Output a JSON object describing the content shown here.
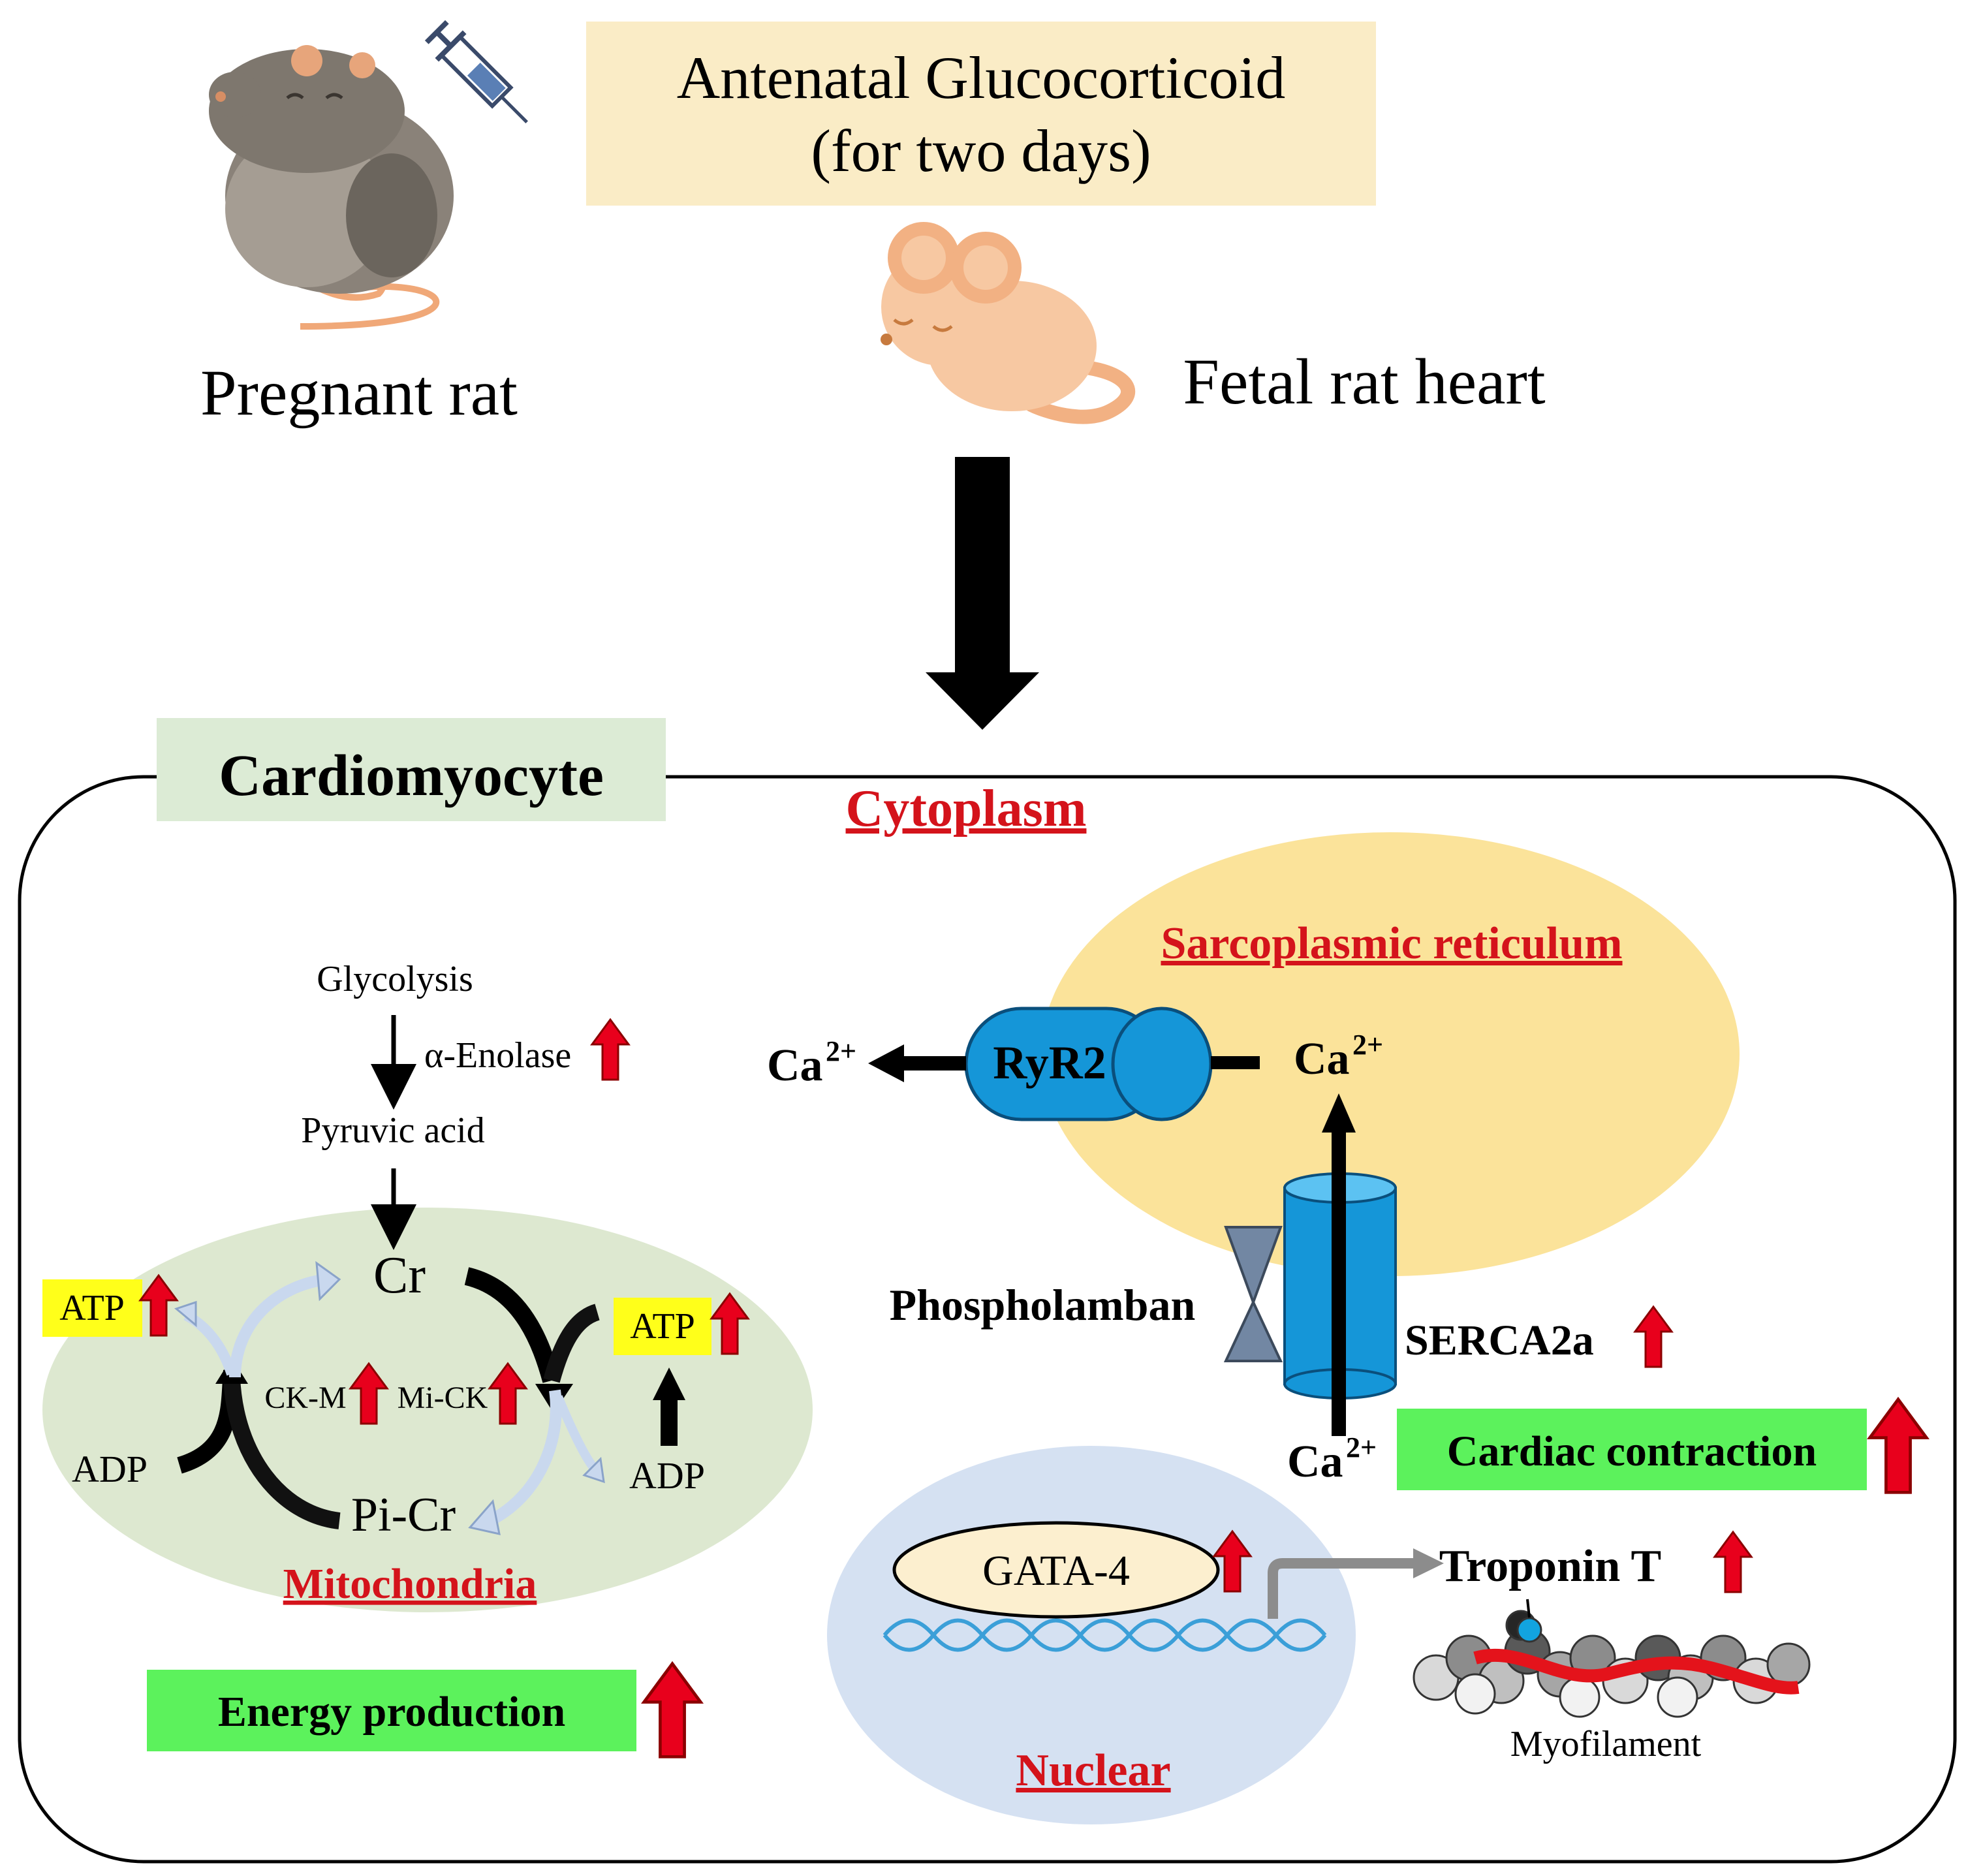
{
  "top": {
    "title_line1": "Antenatal Glucocorticoid",
    "title_line2": "(for two days)",
    "pregnant_label": "Pregnant rat",
    "fetal_label": "Fetal rat heart"
  },
  "cell": {
    "title": "Cardiomyocyte",
    "cytoplasm": "Cytoplasm"
  },
  "energy": {
    "glycolysis": "Glycolysis",
    "enolase": "α-Enolase",
    "pyruvic": "Pyruvic acid",
    "cr": "Cr",
    "pi_cr": "Pi-Cr",
    "ck_m": "CK-M",
    "mi_ck": "Mi-CK",
    "atp_left": "ATP",
    "atp_right": "ATP",
    "adp_left": "ADP",
    "adp_right": "ADP",
    "mitochondria": "Mitochondria",
    "outcome": "Energy production"
  },
  "calcium": {
    "sr": "Sarcoplasmic reticulum",
    "ryr2": "RyR2",
    "ca_left": "Ca",
    "ca_top": "Ca",
    "ca_bottom": "Ca",
    "charge": "2+",
    "phospholamban": "Phospholamban",
    "serca": "SERCA2a",
    "outcome": "Cardiac contraction"
  },
  "nucleus": {
    "gata4": "GATA-4",
    "label": "Nuclear",
    "troponin": "Troponin T",
    "myofilament": "Myofilament"
  },
  "colors": {
    "title_bg": "#faecc6",
    "cell_title_bg": "#dcebd5",
    "outcome_bg": "#5cf25c",
    "atp_bg": "#ffff1a",
    "up_arrow": "#e8001c",
    "sr_fill": "#fbe39a",
    "mito_fill": "#dde8d0",
    "nucleus_fill": "#d5e1f2",
    "ryr2_fill": "#1596d8",
    "label_red": "#d4131b"
  },
  "icons": [
    "pregnant-rat-icon",
    "syringe-icon",
    "fetal-rat-icon",
    "up-arrow-icon",
    "dna-icon",
    "myofilament-icon"
  ]
}
